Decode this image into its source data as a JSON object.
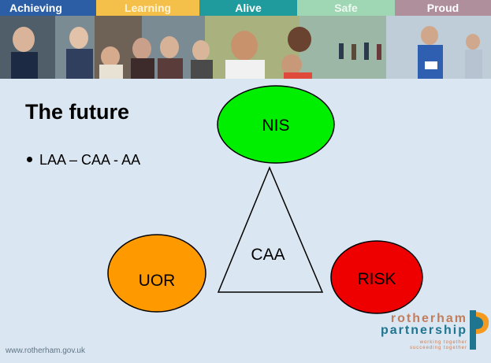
{
  "header": {
    "tabs": [
      "Achieving",
      "Learning",
      "Alive",
      "Safe",
      "Proud"
    ]
  },
  "slide": {
    "title": "The future",
    "bullets": [
      "LAA – CAA - AA"
    ]
  },
  "diagram": {
    "center_label": "CAA",
    "nodes": [
      {
        "label": "NIS",
        "color": "#00ee00"
      },
      {
        "label": "UOR",
        "color": "#ff9900"
      },
      {
        "label": "RISK",
        "color": "#ee0000"
      }
    ]
  },
  "footer": {
    "url": "www.rotherham.gov.uk",
    "logo": {
      "line1": "rotherham",
      "line2": "partnership",
      "tagline1": "working together",
      "tagline2": "succeeding together"
    }
  },
  "colors": {
    "background": "#dae6f1",
    "tab_achieving": "#2c5ea6",
    "tab_learning": "#f5c04a",
    "tab_alive": "#1f9b9e",
    "tab_safe": "#9fd6b4",
    "tab_proud": "#b08f9c",
    "logo_blue": "#1f7590",
    "logo_orange": "#f39a1f"
  }
}
